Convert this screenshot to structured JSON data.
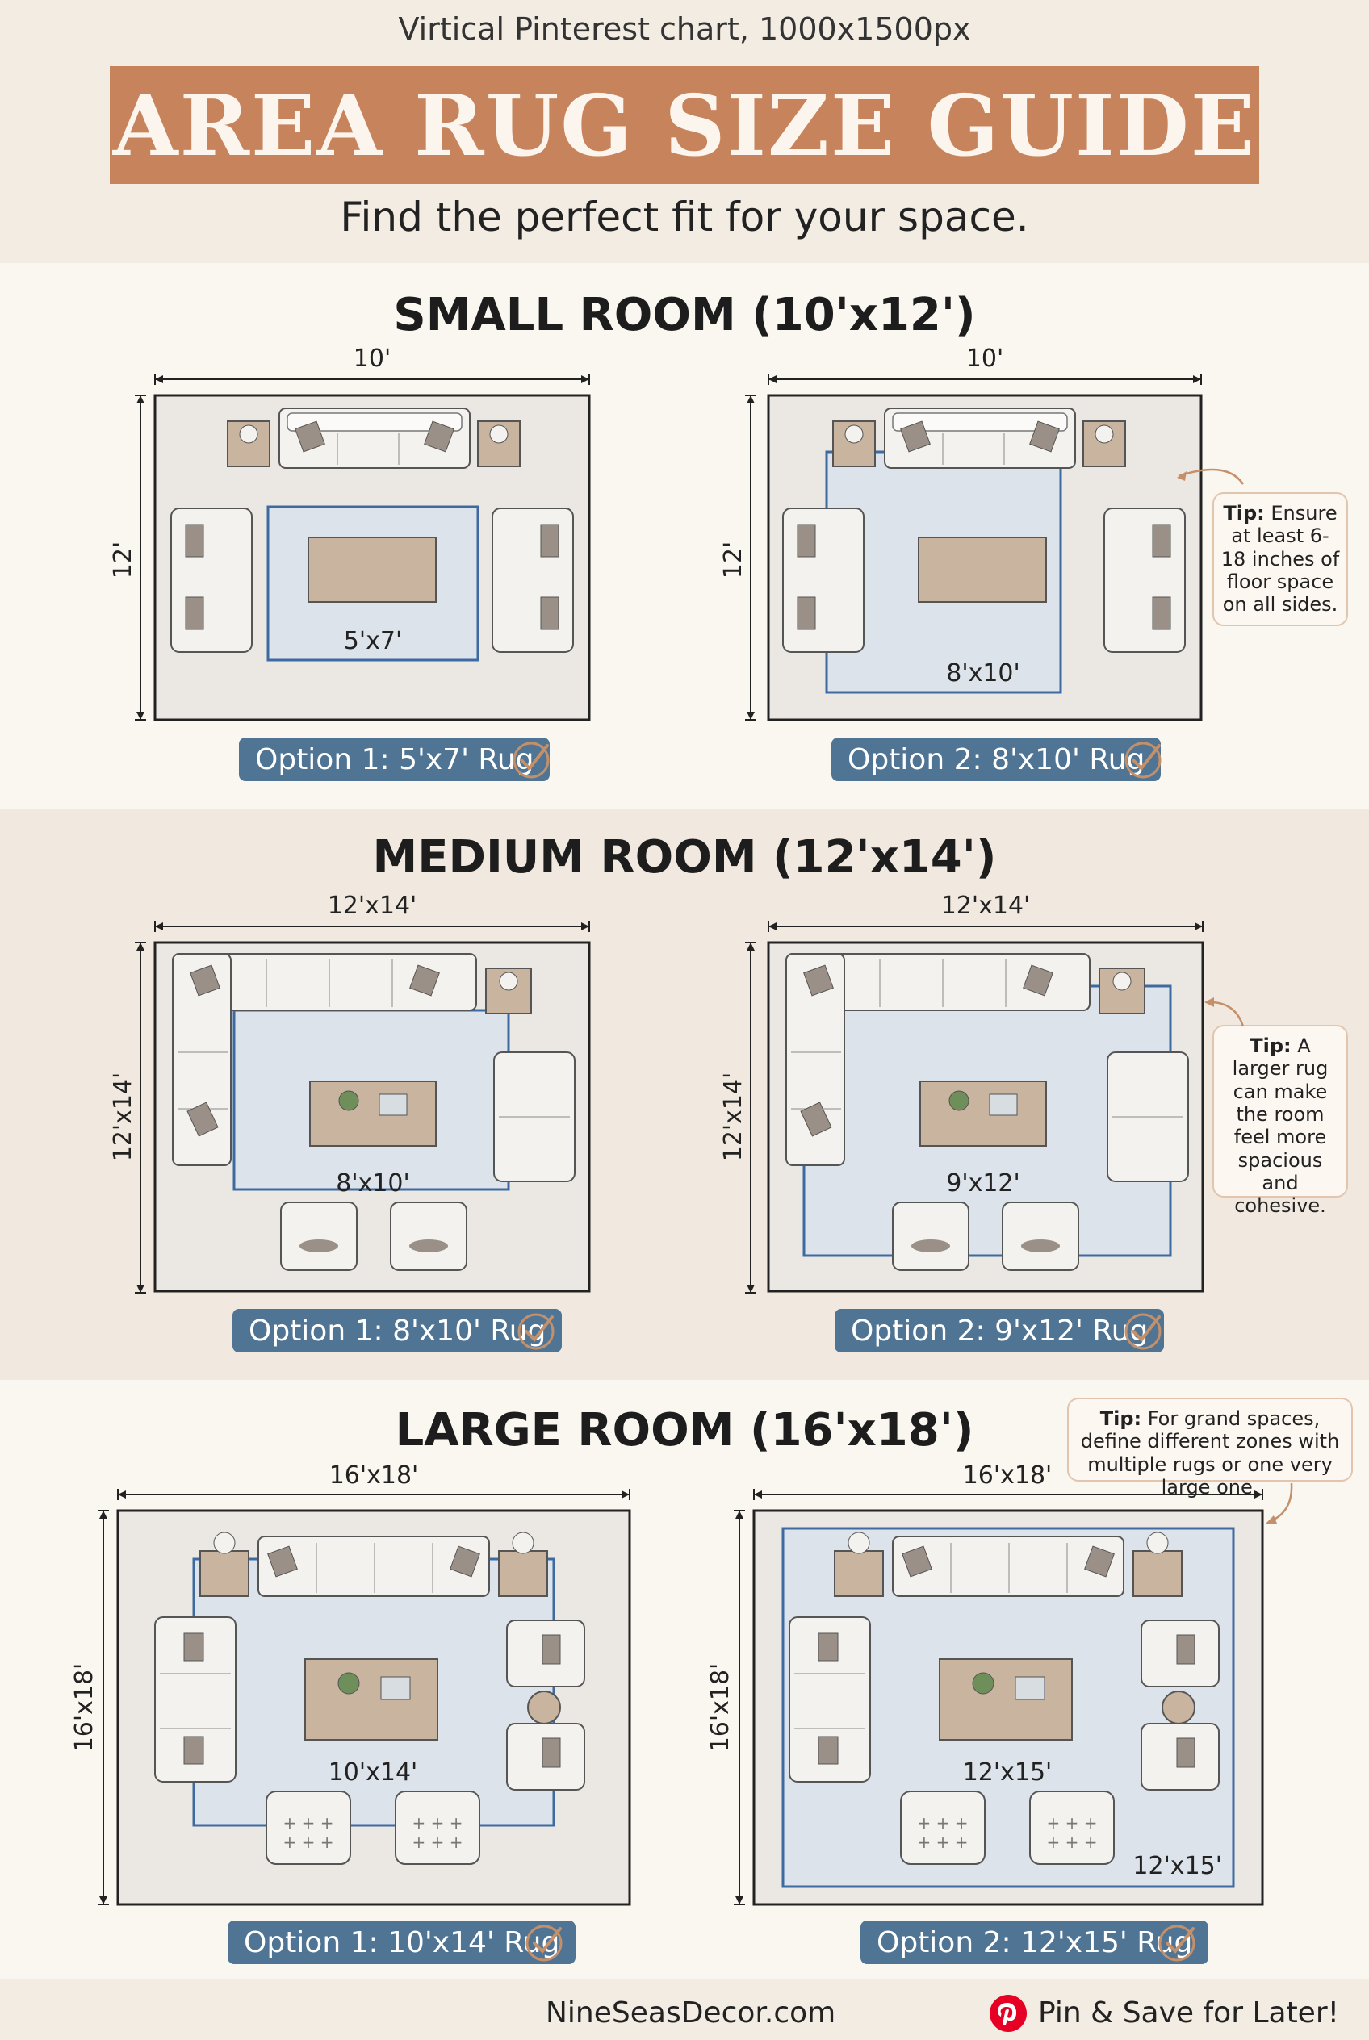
{
  "header": {
    "caption": "Virtical Pinterest chart, 1000x1500px",
    "title": "AREA RUG SIZE GUIDE",
    "subtitle": "Find the perfect fit for your space."
  },
  "sections": [
    {
      "title": "SMALL ROOM (10'x12')",
      "diagrams": [
        {
          "width_label": "10'",
          "height_label": "12'",
          "rug_label": "5'x7'",
          "option_label": "Option 1: 5'x7' Rug"
        },
        {
          "width_label": "10'",
          "height_label": "12'",
          "rug_label": "8'x10'",
          "option_label": "Option 2: 8'x10' Rug"
        }
      ],
      "tip": {
        "lead": "Tip:",
        "text": " Ensure at least 6-18 inches of floor space on all sides."
      }
    },
    {
      "title": "MEDIUM ROOM (12'x14')",
      "diagrams": [
        {
          "width_label": "12'x14'",
          "height_label": "12'x14'",
          "rug_label": "8'x10'",
          "option_label": "Option 1: 8'x10' Rug"
        },
        {
          "width_label": "12'x14'",
          "height_label": "12'x14'",
          "rug_label": "9'x12'",
          "option_label": "Option 2: 9'x12' Rug"
        }
      ],
      "tip": {
        "lead": "Tip:",
        "text": " A larger rug can make the room feel more spacious and cohesive."
      }
    },
    {
      "title": "LARGE ROOM (16'x18')",
      "diagrams": [
        {
          "width_label": "16'x18'",
          "height_label": "16'x18'",
          "rug_label": "10'x14'",
          "option_label": "Option 1: 10'x14' Rug"
        },
        {
          "width_label": "16'x18'",
          "height_label": "16'x18'",
          "rug_label": "12'x15'",
          "rug_label_corner": "12'x15'",
          "option_label": "Option 2: 12'x15' Rug"
        }
      ],
      "tip": {
        "lead": "Tip:",
        "text": " For grand spaces, define different zones with multiple rugs or one very large one."
      }
    }
  ],
  "footer": {
    "site": "NineSeasDecor.com",
    "pin_text": "Pin & Save for Later!"
  },
  "colors": {
    "banner": "#c7845c",
    "rug_fill": "#dde3ea",
    "rug_border": "#3d6aa0",
    "pill": "#4f7494",
    "check": "#c4906a",
    "pinterest": "#e60023"
  }
}
